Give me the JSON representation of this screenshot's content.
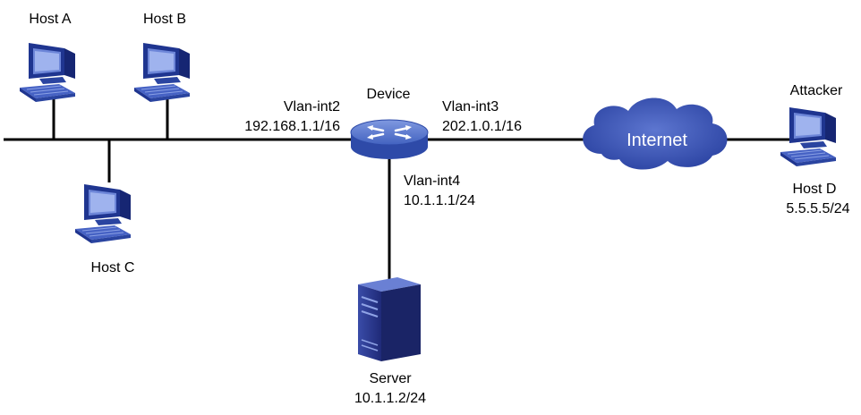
{
  "hosts": {
    "host_a": {
      "name": "Host A"
    },
    "host_b": {
      "name": "Host B"
    },
    "host_c": {
      "name": "Host C"
    },
    "host_d": {
      "name": "Host D",
      "role": "Attacker",
      "ip": "5.5.5.5/24"
    }
  },
  "device": {
    "name": "Device",
    "interfaces": [
      {
        "name": "Vlan-int2",
        "ip": "192.168.1.1/16"
      },
      {
        "name": "Vlan-int3",
        "ip": "202.1.0.1/16"
      },
      {
        "name": "Vlan-int4",
        "ip": "10.1.1.1/24"
      }
    ]
  },
  "internet": {
    "label": "Internet"
  },
  "server": {
    "name": "Server",
    "ip": "10.1.1.2/24"
  },
  "colors": {
    "device_blue": "#4a6fc6",
    "cloud_blue": "#3d57b5",
    "pc_blue": "#2f4aa6",
    "server_blue": "#28368a"
  }
}
